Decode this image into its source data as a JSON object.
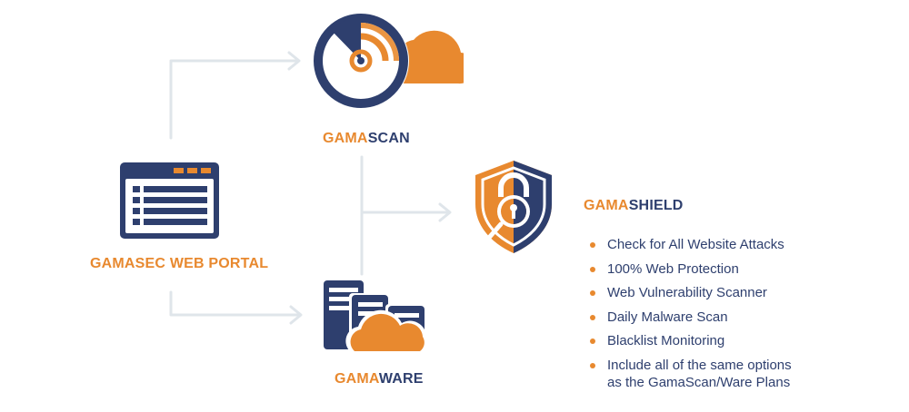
{
  "portal": {
    "label": "GAMASEC WEB PORTAL"
  },
  "scan": {
    "label_prefix": "GAMA",
    "label_suffix": "SCAN"
  },
  "ware": {
    "label_prefix": "GAMA",
    "label_suffix": "WARE"
  },
  "shield": {
    "label_prefix": "GAMA",
    "label_suffix": "SHIELD",
    "features": [
      "Check for All Website Attacks",
      "100% Web Protection",
      "Web Vulnerability Scanner",
      "Daily Malware Scan",
      "Blacklist Monitoring"
    ],
    "last_feature_line1": "Include all of the same options",
    "last_feature_line2": "as the GamaScan/Ware Plans"
  },
  "colors": {
    "navy": "#2e3f6e",
    "orange": "#e8892f",
    "connector": "#dfe5ea"
  },
  "icons": [
    "browser-window-icon",
    "radar-cloud-icon",
    "servers-cloud-icon",
    "shield-lock-icon"
  ]
}
